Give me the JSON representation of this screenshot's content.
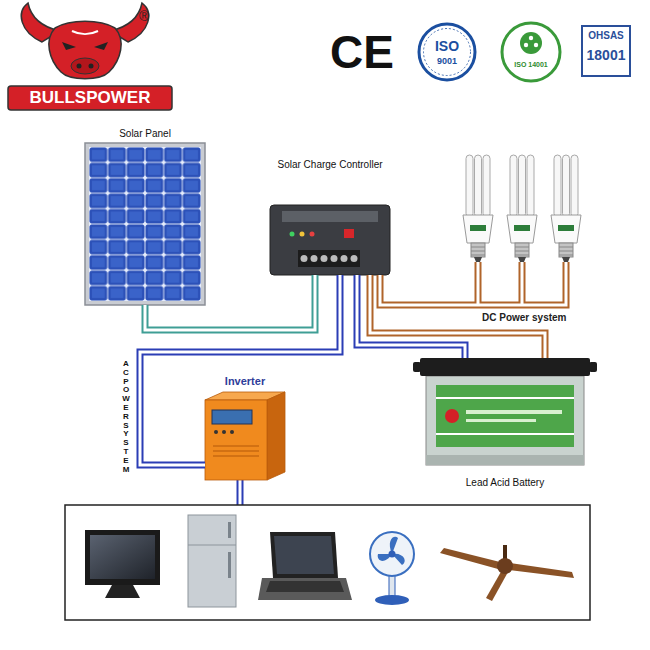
{
  "diagram": {
    "nodes": [
      {
        "text": [
          "Solar Panel"
        ]
      },
      {
        "text": [
          "Solar Charge Controller"
        ]
      },
      {
        "text": [
          "Inverter"
        ]
      },
      {
        "text": [
          "Lead Acid Battery"
        ]
      }
    ],
    "edges": [
      {
        "from": 0,
        "to": 1,
        "arrow": "none"
      },
      {
        "from": 1,
        "to": 2,
        "label": "AC POWER SYSTEM",
        "arrow": "none"
      },
      {
        "from": 1,
        "to": 3,
        "arrow": "none"
      },
      {
        "from": 1,
        "to": 3,
        "arrow": "none"
      }
    ],
    "labels": [
      "®",
      "BULLSPOWER",
      "CE",
      "ISO",
      "9001",
      "ISO 14001",
      "OHSAS",
      "18001",
      "DC Power system"
    ]
  }
}
